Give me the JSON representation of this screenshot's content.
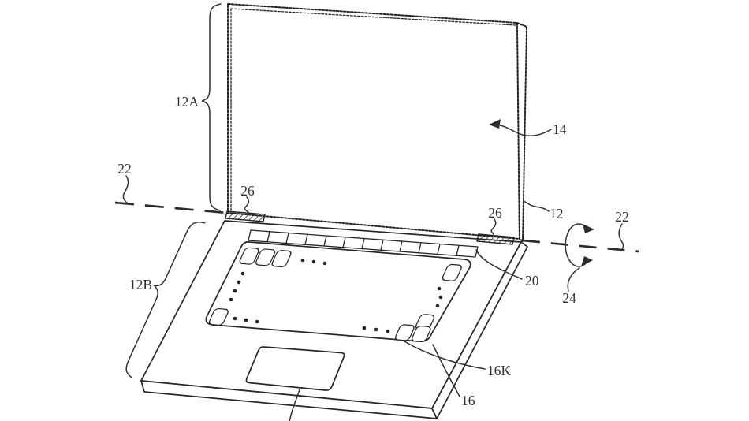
{
  "figure": {
    "background": "#ffffff",
    "line_color": "#262626",
    "label_color": "#303030",
    "callouts": {
      "upper_housing": "12A",
      "lower_housing": "12B",
      "housing": "12",
      "display": "14",
      "keyboard": "16",
      "key": "16K",
      "function_row": "20",
      "axis_left": "22",
      "axis_right": "22",
      "rotation": "24",
      "hinge_left": "26",
      "hinge_right": "26"
    }
  }
}
